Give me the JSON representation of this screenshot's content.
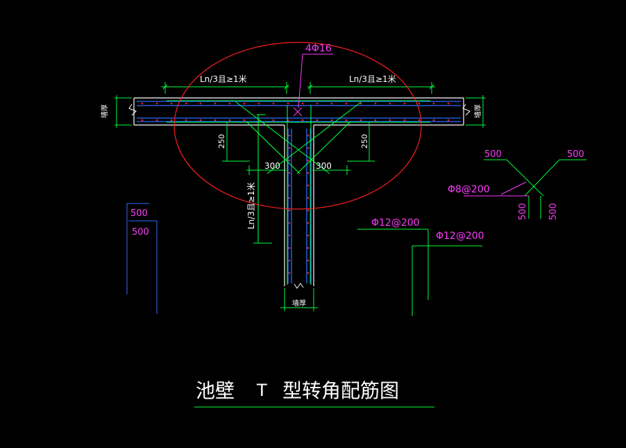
{
  "colors": {
    "background": "#000000",
    "wall": "#ffffff",
    "rebar": "#2f6cff",
    "dim": "#00ff3c",
    "magenta": "#ff3cff",
    "red": "#ff2020",
    "title": "#ffffff"
  },
  "labels": {
    "bar_4phi16": "4Φ16",
    "left_span": "Ln/3且≥1米",
    "right_span": "Ln/3且≥1米",
    "dim_250_left": "250",
    "dim_250_right": "250",
    "dim_300_left": "300",
    "dim_300_right": "300",
    "vertical_span": "Ln/3且≥1米",
    "wall_thk_left": "墙厚",
    "wall_thk_right": "墙厚",
    "wall_thk_bottom": "墙厚",
    "det1_500_top": "500",
    "det1_500_second": "500",
    "phi12_a": "Φ12@200",
    "phi12_b": "Φ12@200",
    "det3_500_left": "500",
    "det3_500_right": "500",
    "det3_phi8": "Φ8@200",
    "det3_500_v1": "500",
    "det3_500_v2": "500"
  },
  "title": {
    "part1": "池壁",
    "part2": "T",
    "part3": "型转角配筋图"
  }
}
